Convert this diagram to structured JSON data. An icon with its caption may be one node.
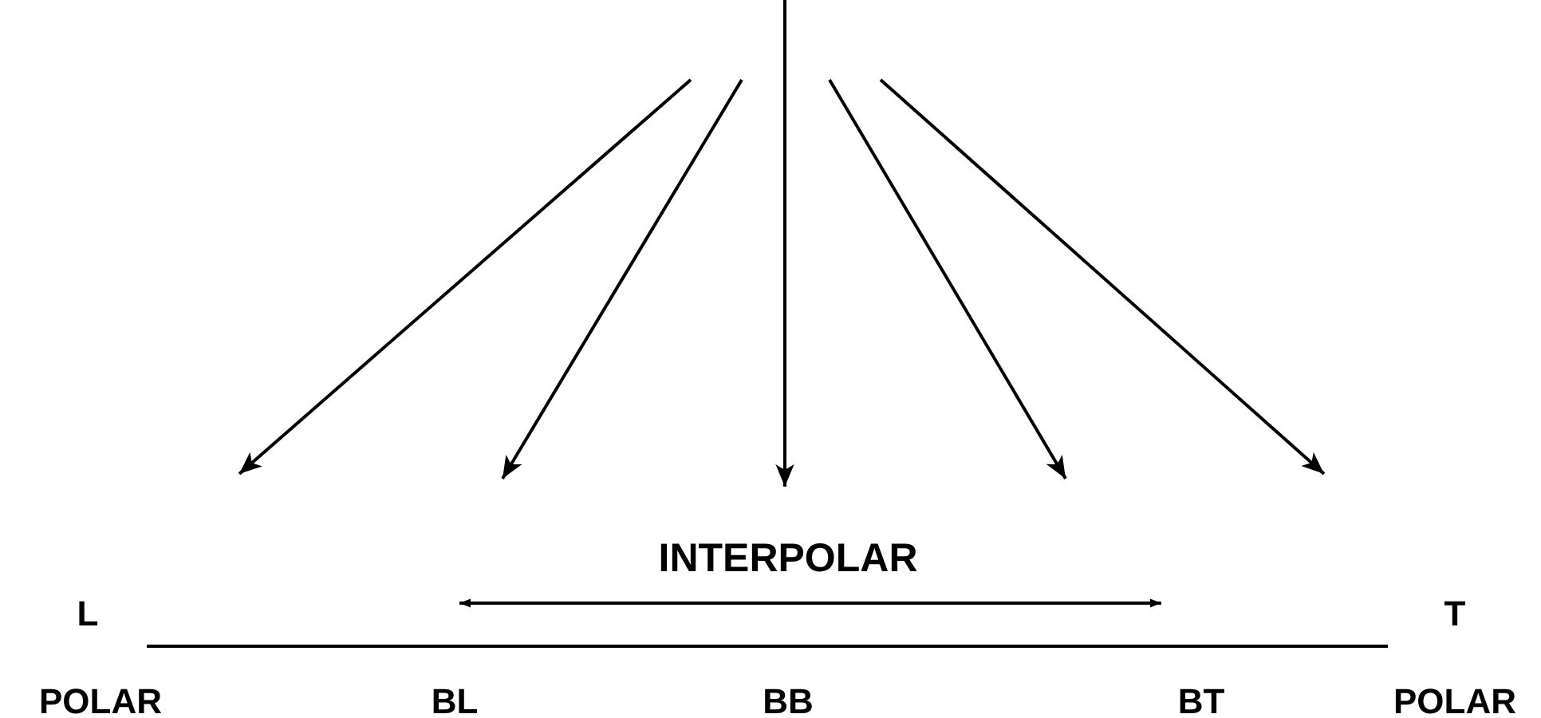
{
  "diagram": {
    "labels": [
      "INTERPOLAR",
      "L",
      "T",
      "POLAR",
      "BL",
      "BB",
      "BT",
      "POLAR"
    ]
  }
}
